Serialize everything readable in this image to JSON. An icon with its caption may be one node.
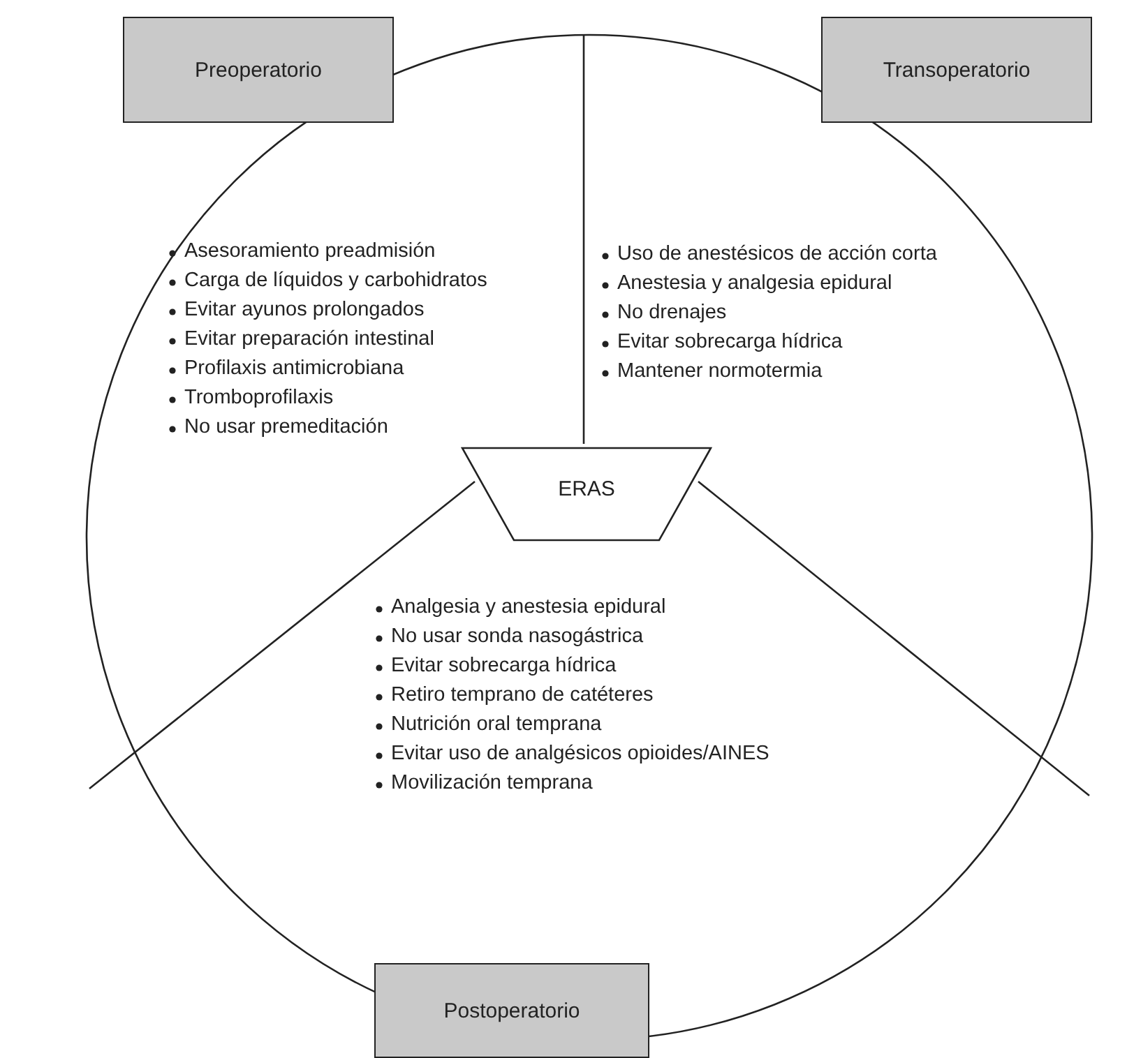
{
  "diagram": {
    "nodes": [
      {
        "text": [
          "Preoperatorio"
        ]
      },
      {
        "text": [
          "Transoperatorio"
        ]
      },
      {
        "text": [
          "Asesoramiento preadmisión",
          "Carga de líquidos y carbohidratos",
          "Evitar ayunos prolongados",
          "Evitar preparación intestinal",
          "Profilaxis antimicrobiana",
          "Tromboprofilaxis",
          "No usar premeditación"
        ]
      },
      {
        "text": [
          "Uso de anestésicos de acción corta",
          "Anestesia y analgesia epidural",
          "No drenajes",
          "Evitar sobrecarga hídrica",
          "Mantener normotermia"
        ]
      },
      {
        "text": [
          "ERAS"
        ]
      },
      {
        "text": [
          "Analgesia y anestesia epidural",
          "No usar sonda nasogástrica",
          "Evitar sobrecarga hídrica",
          "Retiro temprano de catéteres",
          "Nutrición oral temprana",
          "Evitar uso de analgésicos opioides/AINES",
          "Movilización temprana"
        ]
      },
      {
        "text": [
          "Postoperatorio"
        ]
      }
    ],
    "edges": []
  }
}
